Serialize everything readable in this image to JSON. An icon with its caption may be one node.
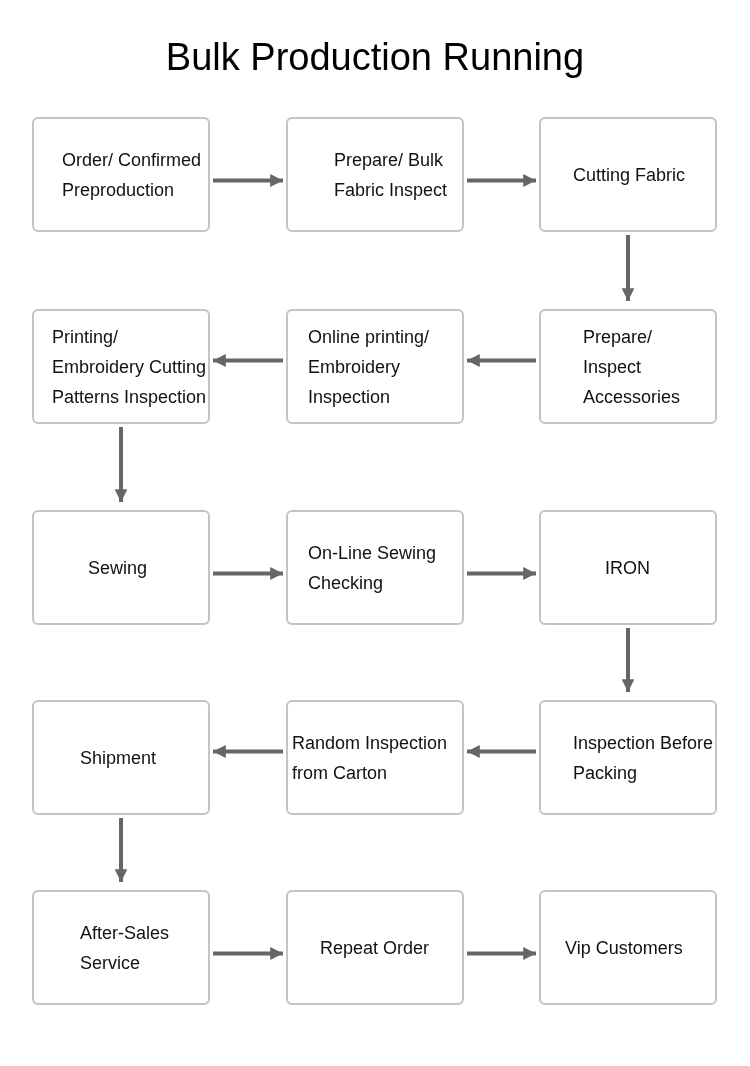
{
  "diagram": {
    "title": "Bulk Production Running",
    "nodes": [
      {
        "text": [
          "Order/ Confirmed Preproduction"
        ]
      },
      {
        "text": [
          "Prepare/ Bulk Fabric Inspect"
        ]
      },
      {
        "text": [
          "Cutting Fabric"
        ]
      },
      {
        "text": [
          "Prepare/ Inspect Accessories"
        ]
      },
      {
        "text": [
          "Online printing/ Embroidery Inspection"
        ]
      },
      {
        "text": [
          "Printing/ Embroidery Cutting Patterns Inspection"
        ]
      },
      {
        "text": [
          "Sewing"
        ]
      },
      {
        "text": [
          "On-Line Sewing Checking"
        ]
      },
      {
        "text": [
          "IRON"
        ]
      },
      {
        "text": [
          "Inspection Before Packing"
        ]
      },
      {
        "text": [
          "Random Inspection from Carton"
        ]
      },
      {
        "text": [
          "Shipment"
        ]
      },
      {
        "text": [
          "After-Sales Service"
        ]
      },
      {
        "text": [
          "Repeat Order"
        ]
      },
      {
        "text": [
          "Vip Customers"
        ]
      }
    ],
    "edges": [
      {
        "from": 0,
        "to": 1,
        "arrow": "to"
      },
      {
        "from": 1,
        "to": 2,
        "arrow": "to"
      },
      {
        "from": 2,
        "to": 3,
        "arrow": "to"
      },
      {
        "from": 3,
        "to": 4,
        "arrow": "to"
      },
      {
        "from": 4,
        "to": 5,
        "arrow": "to"
      },
      {
        "from": 5,
        "to": 6,
        "arrow": "to"
      },
      {
        "from": 6,
        "to": 7,
        "arrow": "to"
      },
      {
        "from": 7,
        "to": 8,
        "arrow": "to"
      },
      {
        "from": 8,
        "to": 9,
        "arrow": "to"
      },
      {
        "from": 9,
        "to": 10,
        "arrow": "to"
      },
      {
        "from": 10,
        "to": 11,
        "arrow": "to"
      },
      {
        "from": 11,
        "to": 12,
        "arrow": "to"
      },
      {
        "from": 12,
        "to": 13,
        "arrow": "to"
      },
      {
        "from": 13,
        "to": 14,
        "arrow": "to"
      }
    ]
  }
}
